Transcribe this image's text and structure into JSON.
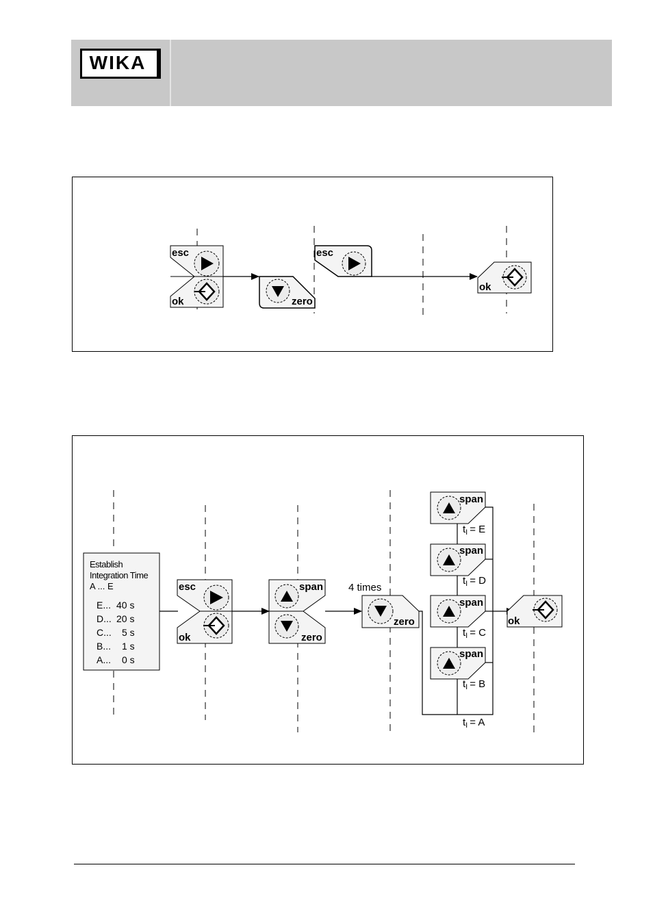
{
  "header": {
    "logo_text": "WIKA"
  },
  "diagram1": {
    "key_esc": "esc",
    "key_ok": "ok",
    "key_zero": "zero",
    "key_esc_2": "esc",
    "key_ok_2": "ok"
  },
  "diagram2": {
    "info_box": {
      "title_line1": "Establish",
      "title_line2": "Integration Time",
      "title_line3": "A ... E",
      "rows": [
        {
          "letter": "E...",
          "value": "40 s"
        },
        {
          "letter": "D...",
          "value": "20 s"
        },
        {
          "letter": "C...",
          "value": "5 s"
        },
        {
          "letter": "B...",
          "value": "1 s"
        },
        {
          "letter": "A...",
          "value": "0 s"
        }
      ]
    },
    "key_esc": "esc",
    "key_ok": "ok",
    "key_span": "span",
    "key_zero": "zero",
    "repeat_label": "4 times",
    "key_zero_2": "zero",
    "span_keys": [
      "span",
      "span",
      "span",
      "span"
    ],
    "ti_labels": [
      "t",
      "t",
      "t",
      "t",
      "t"
    ],
    "ti_sub": "I",
    "ti_values": [
      "= E",
      "= D",
      "= C",
      "= B",
      "= A"
    ],
    "key_ok_final": "ok"
  }
}
